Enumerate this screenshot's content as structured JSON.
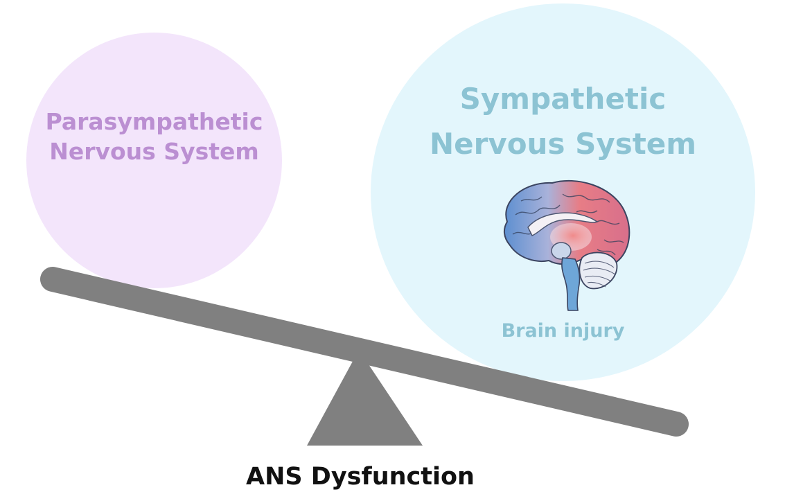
{
  "diagram": {
    "title": "ANS Dysfunction",
    "left_circle": {
      "line1": "Parasympathetic",
      "line2": "Nervous System",
      "fill": "#f3e5fb",
      "text_color": "#bb8fd2"
    },
    "right_circle": {
      "line1": "Sympathetic",
      "line2": "Nervous System",
      "fill": "#e3f6fc",
      "text_color": "#8cc3d3",
      "illustration": "brain-icon",
      "caption": "Brain injury"
    },
    "seesaw": {
      "color": "#808080",
      "tilt": "down-right"
    }
  }
}
